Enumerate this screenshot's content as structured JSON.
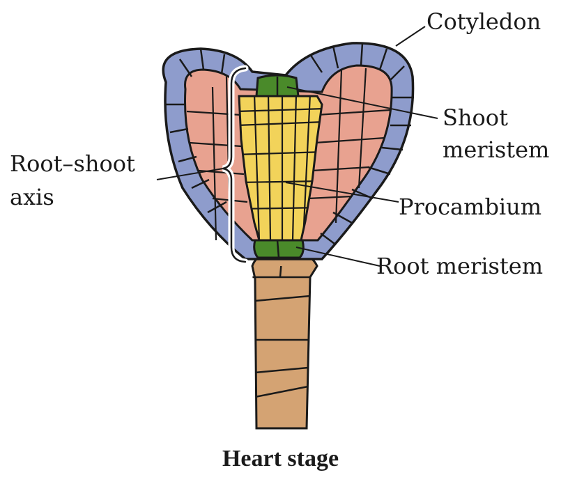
{
  "colors": {
    "epidermis": "#8e9ccc",
    "ground_tissue": "#e8a290",
    "procambium": "#f2d35a",
    "meristem": "#4a8a2a",
    "suspensor": "#d4a373",
    "outline": "#1a1a1a"
  },
  "labels": {
    "cotyledon": "Cotyledon",
    "shoot_meristem_line1": "Shoot",
    "shoot_meristem_line2": "meristem",
    "root_shoot_axis_line1": "Root–shoot",
    "root_shoot_axis_line2": "axis",
    "procambium": "Procambium",
    "root_meristem": "Root meristem"
  },
  "caption": "Heart stage"
}
